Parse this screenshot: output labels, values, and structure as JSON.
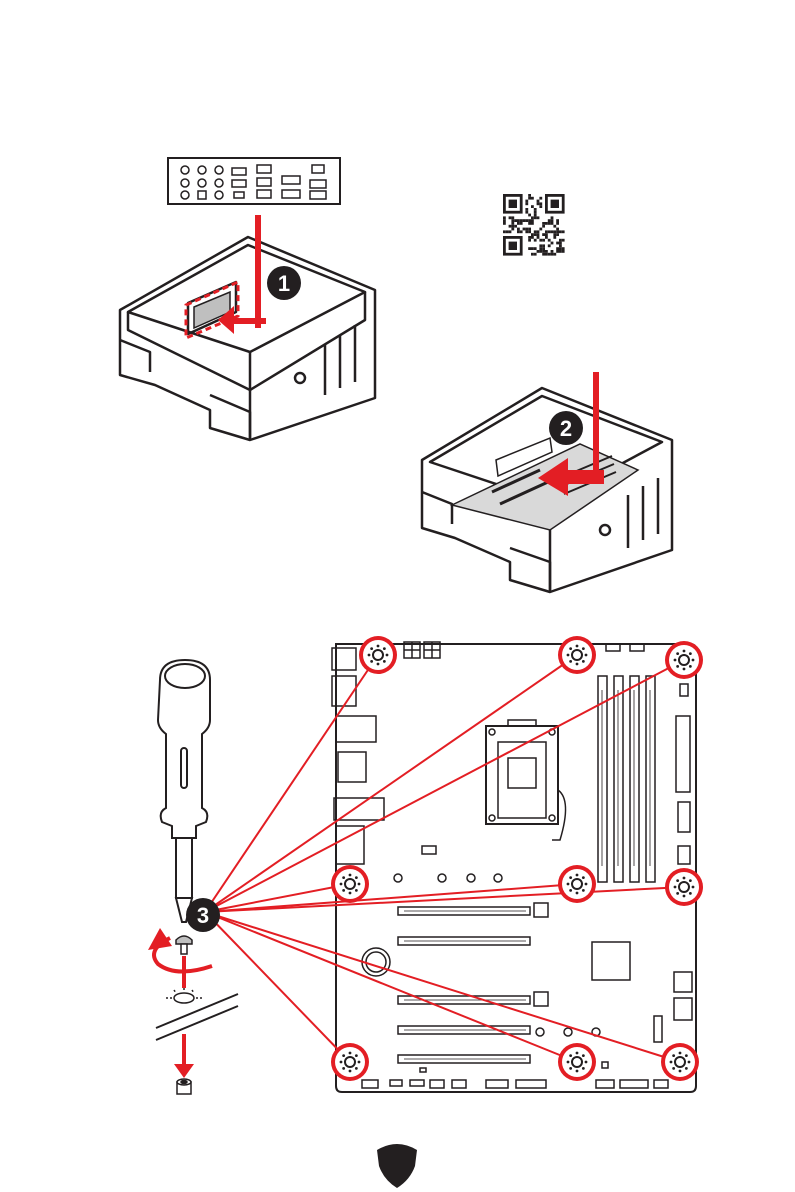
{
  "steps": [
    {
      "label": "1"
    },
    {
      "label": "2"
    },
    {
      "label": "3"
    }
  ],
  "colors": {
    "accent": "#e31e24",
    "line": "#231f20",
    "board_fill": "#ffffff",
    "case_fill": "#ffffff"
  },
  "icons": {
    "qr": "qr-code-icon",
    "shield": "msi-shield-icon",
    "screw": "screw-icon",
    "standoff": "standoff-icon",
    "mount_hole": "mounting-hole-icon",
    "screwdriver": "screwdriver-icon",
    "rotate": "rotate-arrow-icon"
  },
  "mounting_holes_count": 9
}
